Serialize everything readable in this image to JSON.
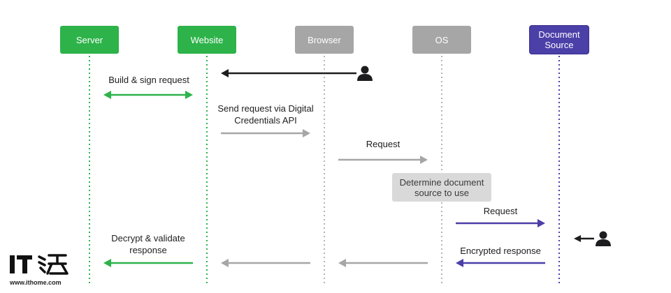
{
  "colors": {
    "green": "#2db34a",
    "gray": "#a6a6a6",
    "purple": "#4b3fa8",
    "black": "#1d1d1f",
    "note_bg": "#d9d9d9"
  },
  "participants": [
    {
      "id": "server",
      "label": "Server",
      "color": "green"
    },
    {
      "id": "website",
      "label": "Website",
      "color": "green"
    },
    {
      "id": "browser",
      "label": "Browser",
      "color": "gray"
    },
    {
      "id": "os",
      "label": "OS",
      "color": "gray"
    },
    {
      "id": "document_source",
      "label": "Document Source",
      "color": "purple"
    }
  ],
  "messages": {
    "build_sign": "Build & sign request",
    "send_request": "Send request via Digital Credentials API",
    "request_os": "Request",
    "determine": "Determine document source to use",
    "request_doc": "Request",
    "decrypt": "Decrypt & validate response",
    "encrypted": "Encrypted response"
  },
  "icons": [
    "user-icon",
    "user-icon"
  ],
  "logo": {
    "mark": "IT之家",
    "url": "www.ithome.com"
  }
}
